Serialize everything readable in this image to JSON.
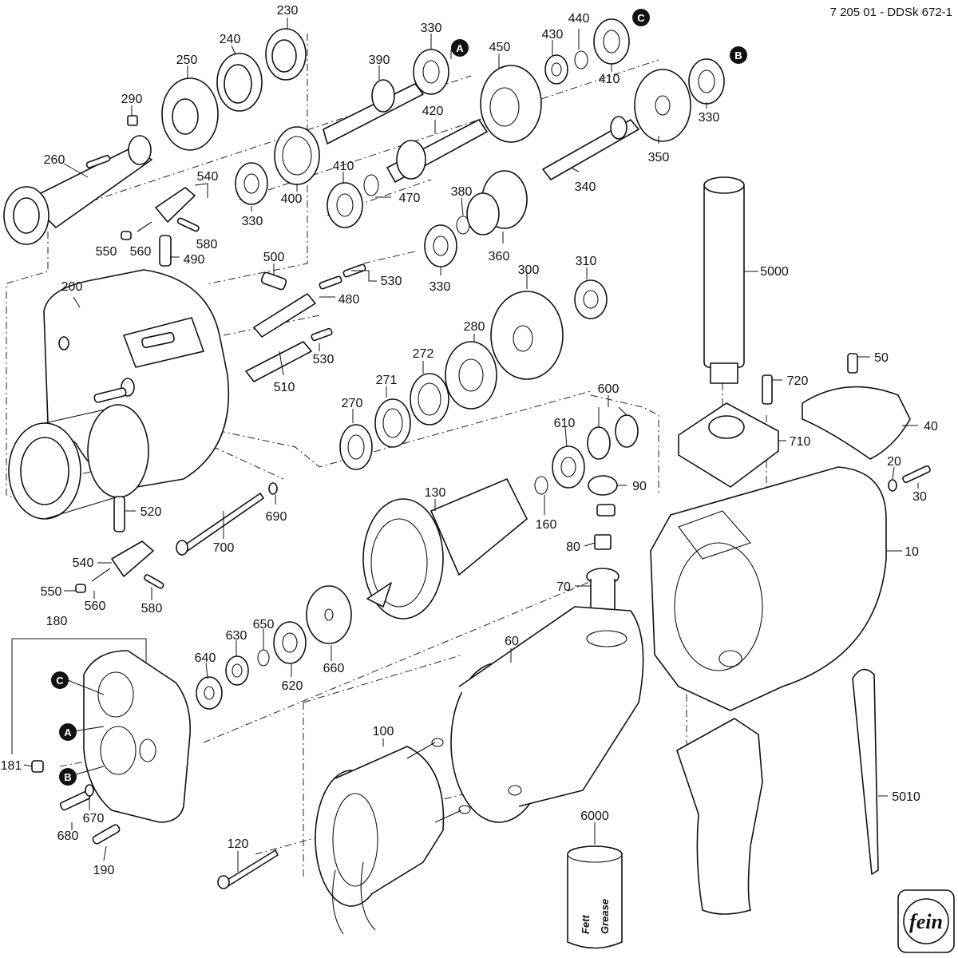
{
  "document": {
    "code": "7 205 01 - DDSk 672-1"
  },
  "parts": [
    {
      "id": "230",
      "label": "230"
    },
    {
      "id": "240",
      "label": "240"
    },
    {
      "id": "250",
      "label": "250"
    },
    {
      "id": "290",
      "label": "290"
    },
    {
      "id": "260",
      "label": "260"
    },
    {
      "id": "540a",
      "label": "540"
    },
    {
      "id": "550a",
      "label": "550"
    },
    {
      "id": "560a",
      "label": "560"
    },
    {
      "id": "580a",
      "label": "580"
    },
    {
      "id": "490",
      "label": "490"
    },
    {
      "id": "390",
      "label": "390"
    },
    {
      "id": "330a",
      "label": "330"
    },
    {
      "id": "400",
      "label": "400"
    },
    {
      "id": "330b",
      "label": "330"
    },
    {
      "id": "410a",
      "label": "410"
    },
    {
      "id": "420",
      "label": "420"
    },
    {
      "id": "470",
      "label": "470"
    },
    {
      "id": "450",
      "label": "450"
    },
    {
      "id": "430",
      "label": "430"
    },
    {
      "id": "440",
      "label": "440"
    },
    {
      "id": "410b",
      "label": "410"
    },
    {
      "id": "330c",
      "label": "330"
    },
    {
      "id": "350",
      "label": "350"
    },
    {
      "id": "340",
      "label": "340"
    },
    {
      "id": "380",
      "label": "380"
    },
    {
      "id": "360",
      "label": "360"
    },
    {
      "id": "330d",
      "label": "330"
    },
    {
      "id": "500",
      "label": "500"
    },
    {
      "id": "530",
      "label": "530"
    },
    {
      "id": "480",
      "label": "480"
    },
    {
      "id": "200",
      "label": "200"
    },
    {
      "id": "530b",
      "label": "530"
    },
    {
      "id": "510",
      "label": "510"
    },
    {
      "id": "300",
      "label": "300"
    },
    {
      "id": "310",
      "label": "310"
    },
    {
      "id": "280",
      "label": "280"
    },
    {
      "id": "272",
      "label": "272"
    },
    {
      "id": "271",
      "label": "271"
    },
    {
      "id": "270",
      "label": "270"
    },
    {
      "id": "5000",
      "label": "5000"
    },
    {
      "id": "50",
      "label": "50"
    },
    {
      "id": "720",
      "label": "720"
    },
    {
      "id": "40",
      "label": "40"
    },
    {
      "id": "710",
      "label": "710"
    },
    {
      "id": "600",
      "label": "600"
    },
    {
      "id": "610",
      "label": "610"
    },
    {
      "id": "20",
      "label": "20"
    },
    {
      "id": "30",
      "label": "30"
    },
    {
      "id": "90",
      "label": "90"
    },
    {
      "id": "130",
      "label": "130"
    },
    {
      "id": "160",
      "label": "160"
    },
    {
      "id": "520",
      "label": "520"
    },
    {
      "id": "690",
      "label": "690"
    },
    {
      "id": "700",
      "label": "700"
    },
    {
      "id": "540b",
      "label": "540"
    },
    {
      "id": "550b",
      "label": "550"
    },
    {
      "id": "560b",
      "label": "560"
    },
    {
      "id": "580b",
      "label": "580"
    },
    {
      "id": "80",
      "label": "80"
    },
    {
      "id": "10",
      "label": "10"
    },
    {
      "id": "70",
      "label": "70"
    },
    {
      "id": "180",
      "label": "180"
    },
    {
      "id": "640",
      "label": "640"
    },
    {
      "id": "630",
      "label": "630"
    },
    {
      "id": "650",
      "label": "650"
    },
    {
      "id": "620",
      "label": "620"
    },
    {
      "id": "660",
      "label": "660"
    },
    {
      "id": "60",
      "label": "60"
    },
    {
      "id": "181",
      "label": "181"
    },
    {
      "id": "670",
      "label": "670"
    },
    {
      "id": "680",
      "label": "680"
    },
    {
      "id": "190",
      "label": "190"
    },
    {
      "id": "100",
      "label": "100"
    },
    {
      "id": "120",
      "label": "120"
    },
    {
      "id": "6000",
      "label": "6000"
    },
    {
      "id": "5010",
      "label": "5010"
    }
  ],
  "markers": [
    {
      "id": "A1",
      "letter": "A"
    },
    {
      "id": "C1",
      "letter": "C"
    },
    {
      "id": "B1",
      "letter": "B"
    },
    {
      "id": "C2",
      "letter": "C"
    },
    {
      "id": "A2",
      "letter": "A"
    },
    {
      "id": "B2",
      "letter": "B"
    }
  ],
  "grease_can": {
    "line1": "Fett",
    "line2": "Grease"
  }
}
